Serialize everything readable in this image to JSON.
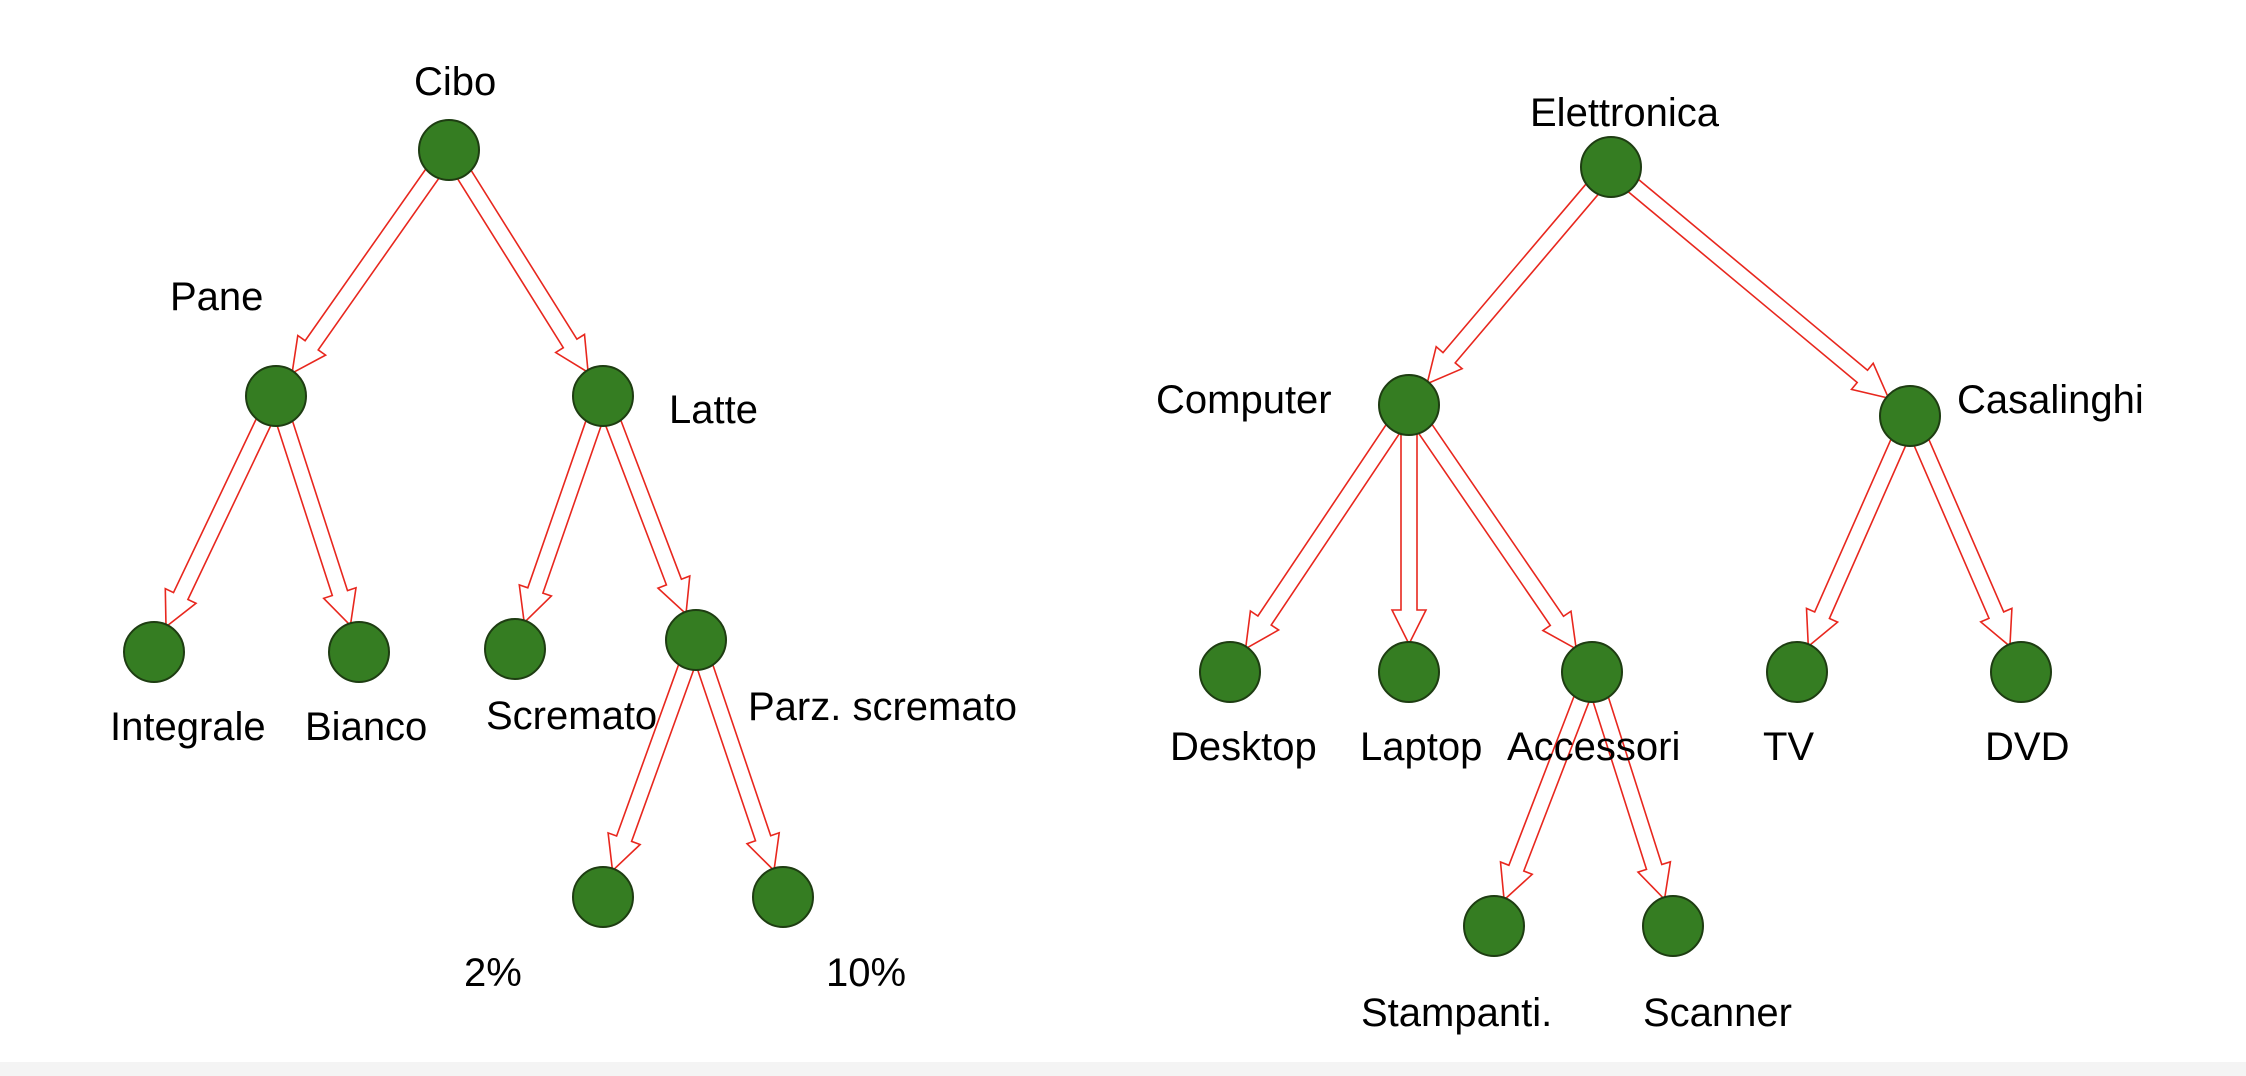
{
  "colors": {
    "node_fill": "#357d22",
    "arrow_stroke": "#e8271e",
    "text": "#000000"
  },
  "trees": [
    {
      "id": "food",
      "nodes": [
        {
          "id": "cibo",
          "label": "Cibo"
        },
        {
          "id": "pane",
          "label": "Pane"
        },
        {
          "id": "latte",
          "label": "Latte"
        },
        {
          "id": "integrale",
          "label": "Integrale"
        },
        {
          "id": "bianco",
          "label": "Bianco"
        },
        {
          "id": "scremato",
          "label": "Scremato"
        },
        {
          "id": "parz",
          "label": "Parz. scremato"
        },
        {
          "id": "p2",
          "label": "2%"
        },
        {
          "id": "p10",
          "label": "10%"
        }
      ],
      "edges": [
        {
          "from": "cibo",
          "to": "pane"
        },
        {
          "from": "cibo",
          "to": "latte"
        },
        {
          "from": "pane",
          "to": "integrale"
        },
        {
          "from": "pane",
          "to": "bianco"
        },
        {
          "from": "latte",
          "to": "scremato"
        },
        {
          "from": "latte",
          "to": "parz"
        },
        {
          "from": "parz",
          "to": "p2"
        },
        {
          "from": "parz",
          "to": "p10"
        }
      ]
    },
    {
      "id": "electronics",
      "nodes": [
        {
          "id": "elettronica",
          "label": "Elettronica"
        },
        {
          "id": "computer",
          "label": "Computer"
        },
        {
          "id": "casalinghi",
          "label": "Casalinghi"
        },
        {
          "id": "desktop",
          "label": "Desktop"
        },
        {
          "id": "laptop",
          "label": "Laptop"
        },
        {
          "id": "accessori",
          "label": "Accessori"
        },
        {
          "id": "tv",
          "label": "TV"
        },
        {
          "id": "dvd",
          "label": "DVD"
        },
        {
          "id": "stampanti",
          "label": "Stampanti."
        },
        {
          "id": "scanner",
          "label": "Scanner"
        }
      ],
      "edges": [
        {
          "from": "elettronica",
          "to": "computer"
        },
        {
          "from": "elettronica",
          "to": "casalinghi"
        },
        {
          "from": "computer",
          "to": "desktop"
        },
        {
          "from": "computer",
          "to": "laptop"
        },
        {
          "from": "computer",
          "to": "accessori"
        },
        {
          "from": "casalinghi",
          "to": "tv"
        },
        {
          "from": "casalinghi",
          "to": "dvd"
        },
        {
          "from": "accessori",
          "to": "stampanti"
        },
        {
          "from": "accessori",
          "to": "scanner"
        }
      ]
    }
  ]
}
